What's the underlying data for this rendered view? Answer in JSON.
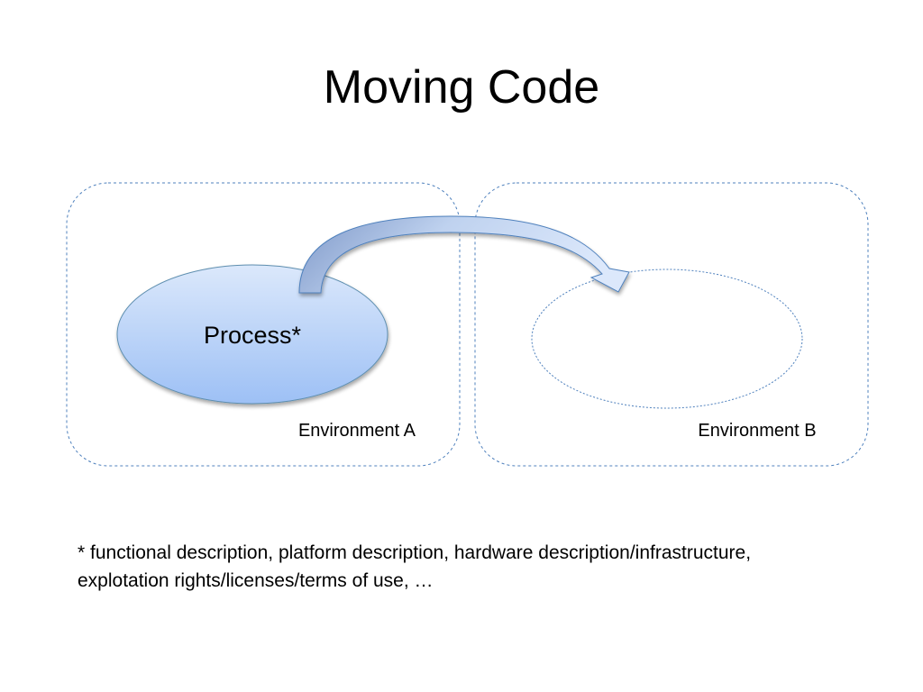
{
  "slide": {
    "title": "Moving Code"
  },
  "diagram": {
    "environment_a": {
      "label": "Environment A"
    },
    "environment_b": {
      "label": "Environment B"
    },
    "process": {
      "label": "Process*"
    },
    "colors": {
      "border_dashed": "#4f81bd",
      "process_fill_top": "#dbe8fb",
      "process_fill_bottom": "#9dc0f5",
      "process_stroke": "#5f8fb0",
      "arrow_fill_dark": "#7e98c8",
      "arrow_fill_light": "#dce8fb",
      "arrow_stroke": "#4f81bd"
    }
  },
  "footnote": {
    "line1": "* functional description, platform description, hardware description/infrastructure,",
    "line2": "explotation rights/licenses/terms of use, …"
  }
}
